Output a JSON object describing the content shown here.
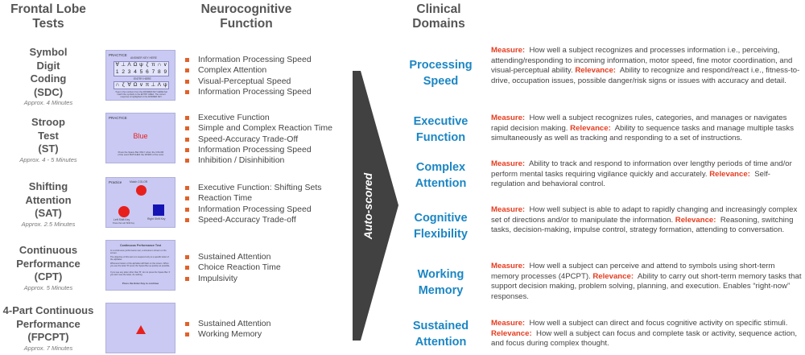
{
  "headers": {
    "tests": "Frontal Lobe\nTests",
    "function": "Neurocognitive\nFunction",
    "domains": "Clinical\nDomains"
  },
  "tests": [
    {
      "name": "Symbol\nDigit\nCoding\n(SDC)",
      "duration": "Approx. 4 Minutes"
    },
    {
      "name": "Stroop\nTest\n(ST)",
      "duration": "Approx. 4 - 5 Minutes"
    },
    {
      "name": "Shifting\nAttention\n(SAT)",
      "duration": "Approx. 2.5 Minutes"
    },
    {
      "name": "Continuous\nPerformance\n(CPT)",
      "duration": "Approx. 5 Minutes"
    },
    {
      "name": "4-Part Continuous\nPerformance\n(FPCPT)",
      "duration": "Approx. 7 Minutes"
    }
  ],
  "thumbnails": {
    "sdc": {
      "title": "PRACTICE",
      "key_label": "ANSWER KEY HERE",
      "symbols": [
        "∀",
        "⊥",
        "Λ",
        "Ω",
        "ψ",
        "ζ",
        "π",
        "∩",
        "∨"
      ],
      "digits": [
        "1",
        "2",
        "3",
        "4",
        "5",
        "6",
        "7",
        "8",
        "9"
      ],
      "entry_label": "ENTRY HERE",
      "entry_symbols": [
        "∩",
        "ζ",
        "∀",
        "Ω",
        "∨",
        "π",
        "⊥",
        "Λ",
        "ψ"
      ],
      "note": "Type in the numbers from the ANSWER KEY HERE that match the symbols in the ENTRY AREA. The correct response is highlighted in the ANSWER KEY."
    },
    "stroop": {
      "title": "PRACTICE",
      "word": "Blue",
      "note": "Press the Space Bar ONLY when the COLOR of the word MATCHES the WORD of the color."
    },
    "sat": {
      "title": "Practice",
      "match_label": "Match COLOR",
      "left_label": "Left Shift Key",
      "left_sub": "Press the Left Shift Key",
      "right_label": "Right Shift Key"
    },
    "cpt": {
      "title": "Continuous Performance Test",
      "lines": [
        "In a continuous performance test, a stimulus is shown on the screen.",
        "The objective of this test is to respond only to a specific letter of the alphabet.",
        "Whenever letters of the alphabet will flash on the screen. When you see the letter 'B' press the Space Bar as quickly as possible.",
        "If you see any letter other than 'B', do not press the Space Bar. If you don't see the letter, do nothing."
      ],
      "footer": "Press the Enter Key to continue"
    },
    "colors": {
      "panel": "#c9c9f4",
      "red": "#e8201c",
      "blue": "#1414b4"
    }
  },
  "function_groups": [
    [
      "Information Processing Speed",
      "Complex Attention",
      "Visual-Perceptual Speed",
      "Information Processing Speed"
    ],
    [
      "Executive Function",
      "Simple and Complex Reaction Time",
      "Speed-Accuracy Trade-Off",
      "Information Processing Speed",
      "Inhibition / Disinhibition"
    ],
    [
      "Executive Function: Shifting Sets",
      "Reaction Time",
      "Information Processing Speed",
      "Speed-Accuracy Trade-off"
    ],
    [
      "Sustained Attention",
      "Choice Reaction Time",
      "Impulsivity"
    ],
    [
      "Sustained Attention",
      "Working Memory"
    ]
  ],
  "arrow": {
    "label": "Auto-scored",
    "color": "#414141"
  },
  "domains": [
    {
      "name": "Processing\nSpeed",
      "measure_label": "Measure:",
      "measure": "How well a subject recognizes and processes information i.e., perceiving, attending/responding to incoming information, motor speed, fine motor coordination, and visual-perceptual ability.",
      "relevance_label": "Relevance:",
      "relevance": "Ability to recognize and respond/react  i.e., fitness-to-drive, occupation issues, possible danger/risk signs or issues with accuracy and detail."
    },
    {
      "name": "Executive\nFunction",
      "measure_label": "Measure:",
      "measure": "How well a subject recognizes rules, categories, and manages or navigates rapid decision making.",
      "relevance_label": "Relevance:",
      "relevance": "Ability to sequence tasks and manage multiple tasks simultaneously as well as tracking and responding to a set of instructions."
    },
    {
      "name": "Complex\nAttention",
      "measure_label": "Measure:",
      "measure": "Ability to track and respond to information over lengthy periods of time and/or perform  mental tasks requiring vigilance quickly and accurately.",
      "relevance_label": "Relevance:",
      "relevance": "Self-regulation and behavioral control."
    },
    {
      "name": "Cognitive\nFlexibility",
      "measure_label": "Measure:",
      "measure": "How well subject is able to adapt to rapidly changing and increasingly complex set of directions and/or to manipulate the information.",
      "relevance_label": "Relevance:",
      "relevance": "Reasoning, switching tasks, decision-making, impulse control, strategy formation, attending to conversation."
    },
    {
      "name": "Working\nMemory",
      "measure_label": "Measure:",
      "measure": "How well a subject can perceive and attend to symbols using short-term memory processes (4PCPT).",
      "relevance_label": "Relevance:",
      "relevance": "Ability to carry out short-term memory tasks that support decision making, problem solving, planning, and execution.   Enables “right-now” responses."
    },
    {
      "name": "Sustained\nAttention",
      "measure_label": "Measure:",
      "measure": "How well a subject can direct and focus cognitive activity on specific stimuli.",
      "relevance_label": "Relevance:",
      "relevance": "How well a subject can focus and complete task or activity, sequence action, and focus during complex thought."
    }
  ],
  "colors": {
    "domain_blue": "#1b86c4",
    "label_red": "#e53c1f",
    "bullet_orange": "#e0622a",
    "header_gray": "#555555"
  }
}
